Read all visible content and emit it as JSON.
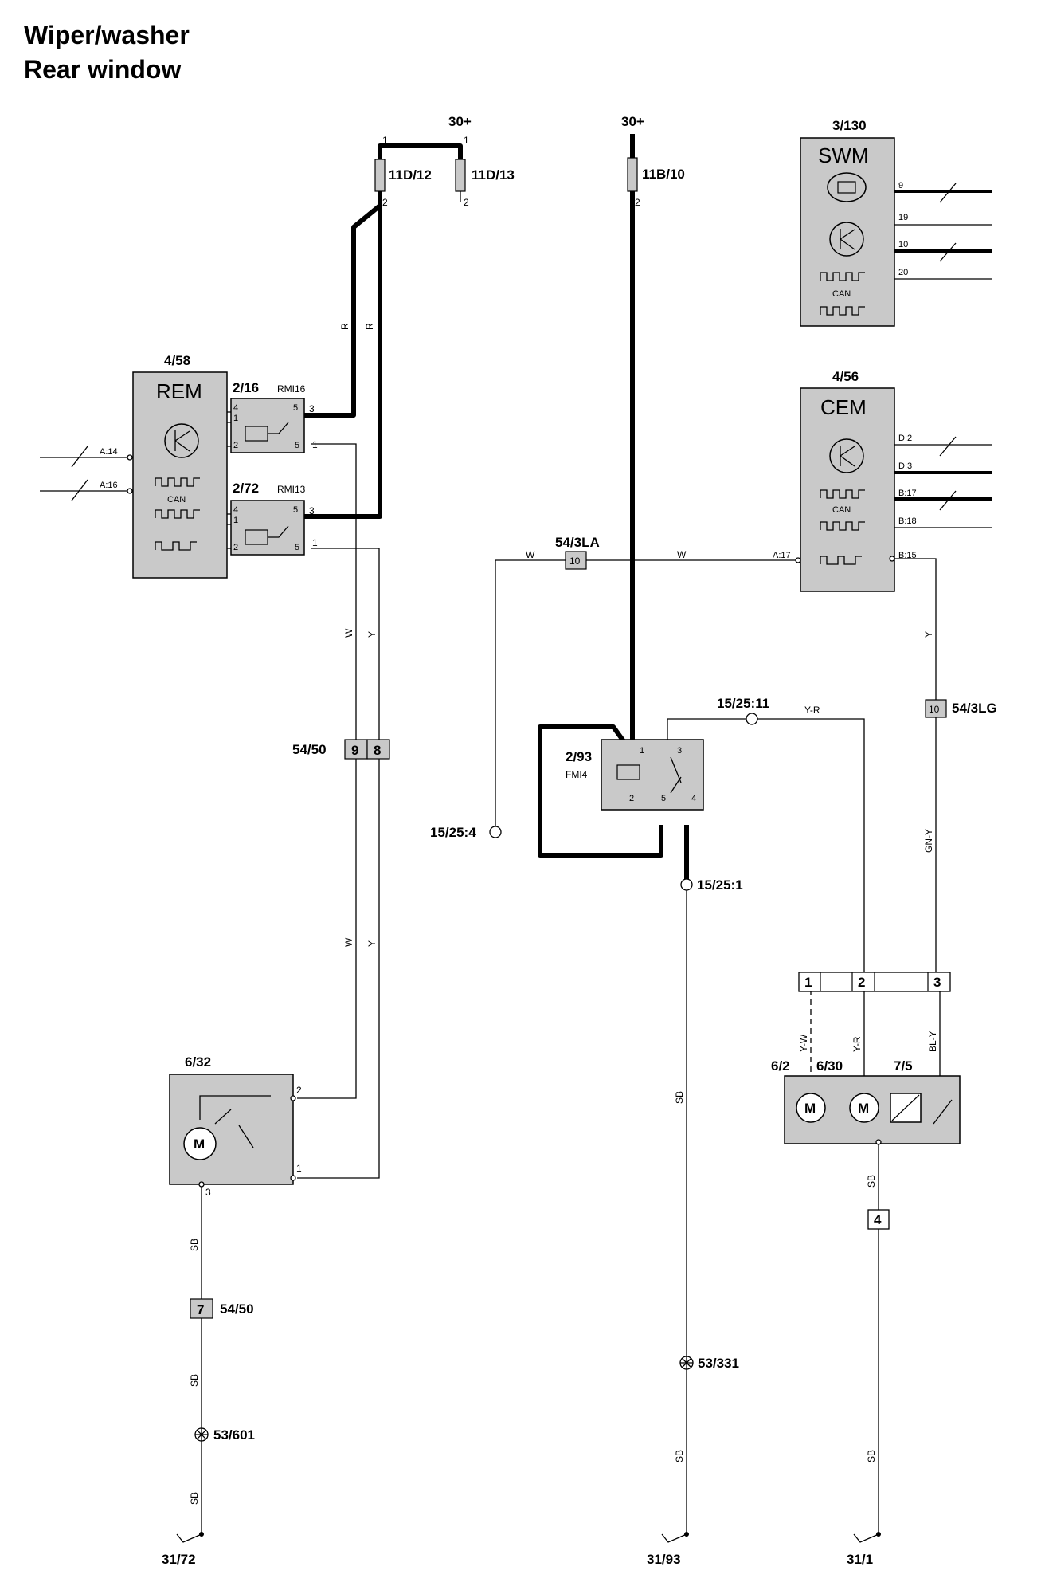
{
  "title": {
    "line1": "Wiper/washer",
    "line2": "Rear window"
  },
  "supply": {
    "left": "30+",
    "mid": "30+"
  },
  "fuses": {
    "f11d12": "11D/12",
    "f11d13": "11D/13",
    "f11b10": "11B/10"
  },
  "pins": {
    "p1": "1",
    "p2": "2",
    "p3": "3",
    "p4": "4",
    "p5": "5",
    "p7": "7",
    "p8": "8",
    "p9": "9",
    "p10": "10",
    "p19": "19",
    "p20": "20"
  },
  "modules": {
    "rem": {
      "id": "4/58",
      "name": "REM",
      "can": "CAN",
      "a14": "A:14",
      "a16": "A:16"
    },
    "swm": {
      "id": "3/130",
      "name": "SWM",
      "can": "CAN"
    },
    "cem": {
      "id": "4/56",
      "name": "CEM",
      "can": "CAN",
      "d2": "D:2",
      "d3": "D:3",
      "b17": "B:17",
      "b18": "B:18",
      "a17": "A:17",
      "b15": "B:15"
    }
  },
  "relays": {
    "r216": {
      "id": "2/16",
      "name": "RMI16"
    },
    "r272": {
      "id": "2/72",
      "name": "RMI13"
    },
    "r293": {
      "id": "2/93",
      "name": "FMI4"
    }
  },
  "connectors": {
    "c5450": "54/50",
    "c543la": "54/3LA",
    "c543lg": "54/3LG",
    "c5450b": "54/50"
  },
  "splices": {
    "s15254": "15/25:4",
    "s152511": "15/25:11",
    "s15251": "15/25:1"
  },
  "wires": {
    "R": "R",
    "W": "W",
    "Y": "Y",
    "SB": "SB",
    "YR": "Y-R",
    "GNY": "GN-Y",
    "YW": "Y-W",
    "BLY": "BL-Y"
  },
  "components": {
    "c632": "6/32",
    "c62": "6/2",
    "c630": "6/30",
    "c75": "7/5",
    "motor": "M"
  },
  "grounds": {
    "g53601": "53/601",
    "g53331": "53/331",
    "g3172": "31/72",
    "g3193": "31/93",
    "g311": "31/1"
  }
}
